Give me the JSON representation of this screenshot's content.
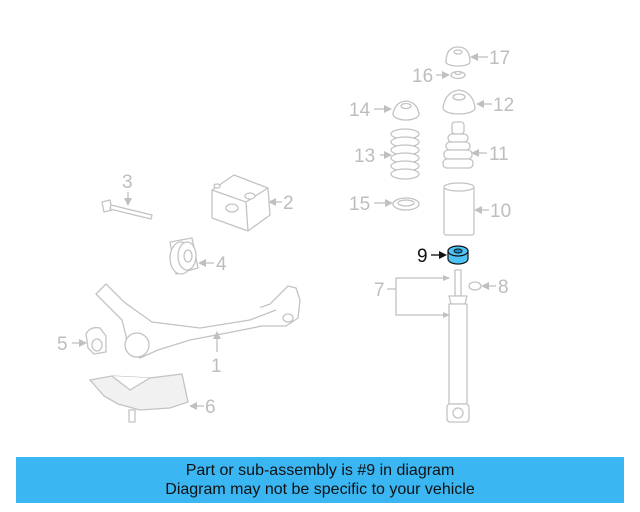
{
  "highlight_color": "#4fc3f7",
  "callouts": {
    "c1": "1",
    "c2": "2",
    "c3": "3",
    "c4": "4",
    "c5": "5",
    "c6": "6",
    "c7": "7",
    "c8": "8",
    "c9": "9",
    "c10": "10",
    "c11": "11",
    "c12": "12",
    "c13": "13",
    "c14": "14",
    "c15": "15",
    "c16": "16",
    "c17": "17"
  },
  "highlighted_part": "9",
  "banner": {
    "line1": "Part or sub-assembly is #9 in diagram",
    "line2": "Diagram may not be specific to your vehicle",
    "color": "#3ab6f2"
  }
}
